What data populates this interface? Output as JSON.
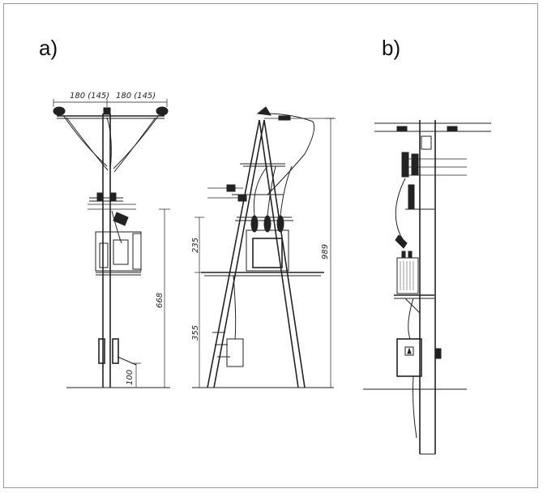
{
  "panels": {
    "a": {
      "label": "a)"
    },
    "b": {
      "label": "b)"
    }
  },
  "dimensions": {
    "crossarm_left": "180 (145)",
    "crossarm_right": "180 (145)",
    "height_668": "668",
    "height_100": "100",
    "height_235": "235",
    "height_355": "355",
    "height_989": "989"
  }
}
